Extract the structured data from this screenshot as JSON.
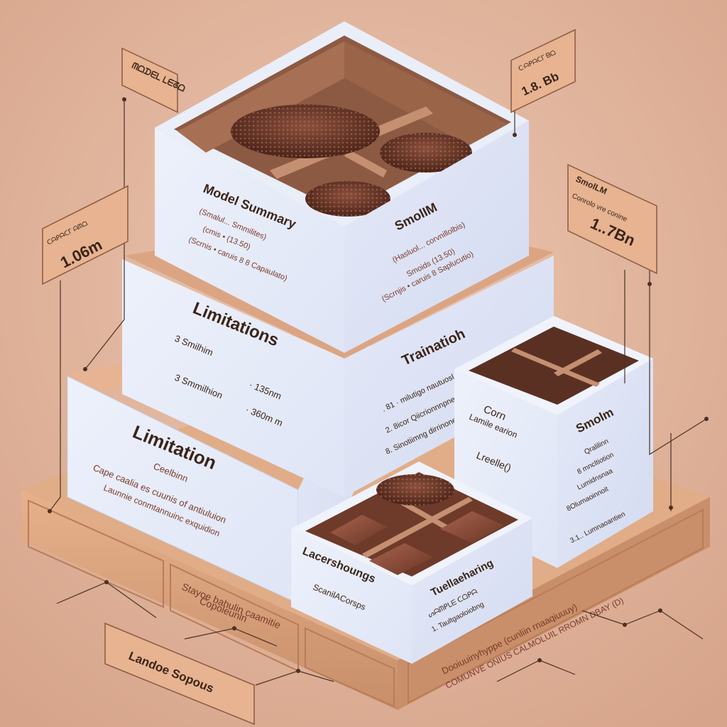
{
  "tags": {
    "top_left_tag": "ᗰᗝᗪᗴᒪ ᒪᗴᘔᗝ",
    "top_right_tag": "1.8. Bb",
    "top_right_tag_small": "ᑢᗩᑭᗩᑕᒥ ᗷᗝ",
    "left_tag": "1.06m",
    "left_tag_small": "ᑕᗩᑭᗩᑕᒥ ᗩᗰᗝ",
    "right_tag_title": "SmolLM",
    "right_tag_small": "Conrolo vre conine",
    "right_tag": "1..7Bn",
    "bottom_tag": "Landoe Sopous"
  },
  "boxes": {
    "top_left": {
      "title": "Model Summary",
      "line1": "(Smalul... Smmilites)",
      "line2": "(cmis • (13.50)",
      "line3": "(Scrnis • caruis 8 8 Capaulato)"
    },
    "top_right": {
      "title": "SmolIM",
      "line1": "(Hasluol... corvnillolbis)",
      "line2": "Smoids (13.50)",
      "line3": "(Scrnjis • caruis 8 Saplucutio)"
    },
    "middle_left": {
      "title": "Limitations",
      "row1_left": "3 Smilhim",
      "row1_right": "· 135nm",
      "row2_left": "3 Smmilhion",
      "row2_right": "· 360m m"
    },
    "middle_right": {
      "title": "Trainatioh",
      "line1": ". 81  ·  milutigo nautuosl",
      "line2": "2.    8icor Qiicrionnnpne",
      "line3": "8.    Sinotiimng dirrinone"
    },
    "bottom_left": {
      "title": "Limitation",
      "line1": "Ceelbinn",
      "line2": "Cape caalia es cuunis of antiuluion",
      "line3": "Launnie conmtannuinc exquidion"
    },
    "small_right": {
      "left_title": "Corn",
      "left_line1": "Lamile earion",
      "left_line2": "Lreelle()",
      "right_title": "Smolm",
      "right_line1": "Qralilinn",
      "right_line2": "8 mncltiotion",
      "right_line3": "Lumidnsnaa",
      "right_line4": "8Olumaoinnoit",
      "right_line5": "3.1.. Lumnaoantien"
    },
    "small_front": {
      "left_title": "Lacershoungs",
      "left_line1": "ScanilACorsps",
      "right_title": "Tuellaeharing",
      "right_line1": "ᔕᗩᗰᑭᒪᗴ ᑕᗝᑭᗩ",
      "right_line2": "1. Taultgaoloiobng"
    }
  },
  "base": {
    "front_left_text1": "Stayoe bahulin caamitie",
    "front_left_text2": "Copoleunln",
    "front_right_text1": "Dooiuuinyhyppe (cunliin rnaaqiuuuy)",
    "front_right_text2": "COMUNVE ONIUS CALMOLUIL RROMN DBAY (D)"
  },
  "colors": {
    "background": "#e3b79f",
    "box_face_light": "#e8edf9",
    "box_face_shade": "#d9dff3",
    "cardboard": "#d9a37e",
    "chocolate": "#6b3a2a"
  }
}
